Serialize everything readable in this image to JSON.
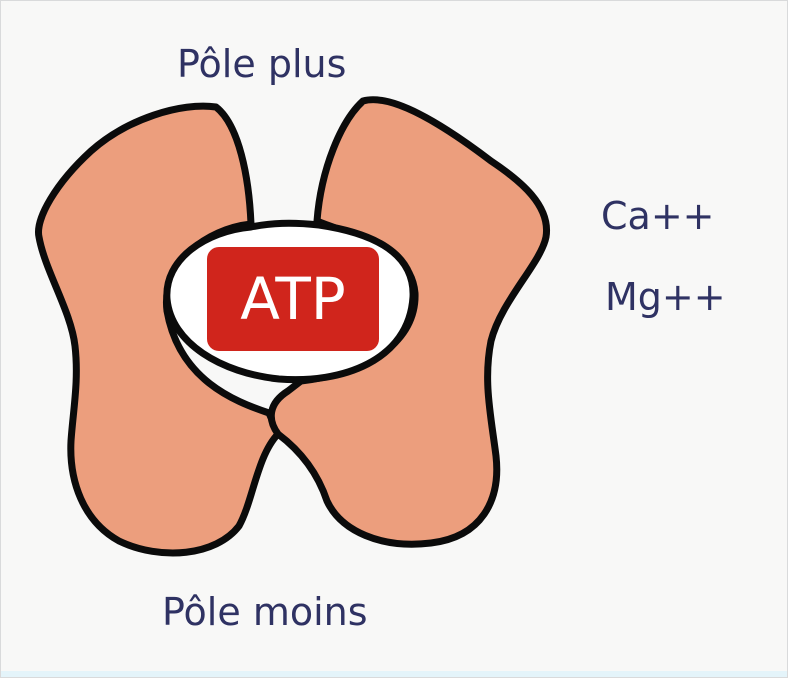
{
  "diagram": {
    "top_label": "Pôle plus",
    "bottom_label": "Pôle moins",
    "center_label": "ATP",
    "ions": [
      "Ca++",
      "Mg++"
    ]
  },
  "colors": {
    "body_fill": "#ec9e7d",
    "outline": "#0b0b0b",
    "atp_box": "#d0251c",
    "atp_text": "#ffffff",
    "label_text": "#2f3263",
    "background": "#f8f8f7"
  }
}
